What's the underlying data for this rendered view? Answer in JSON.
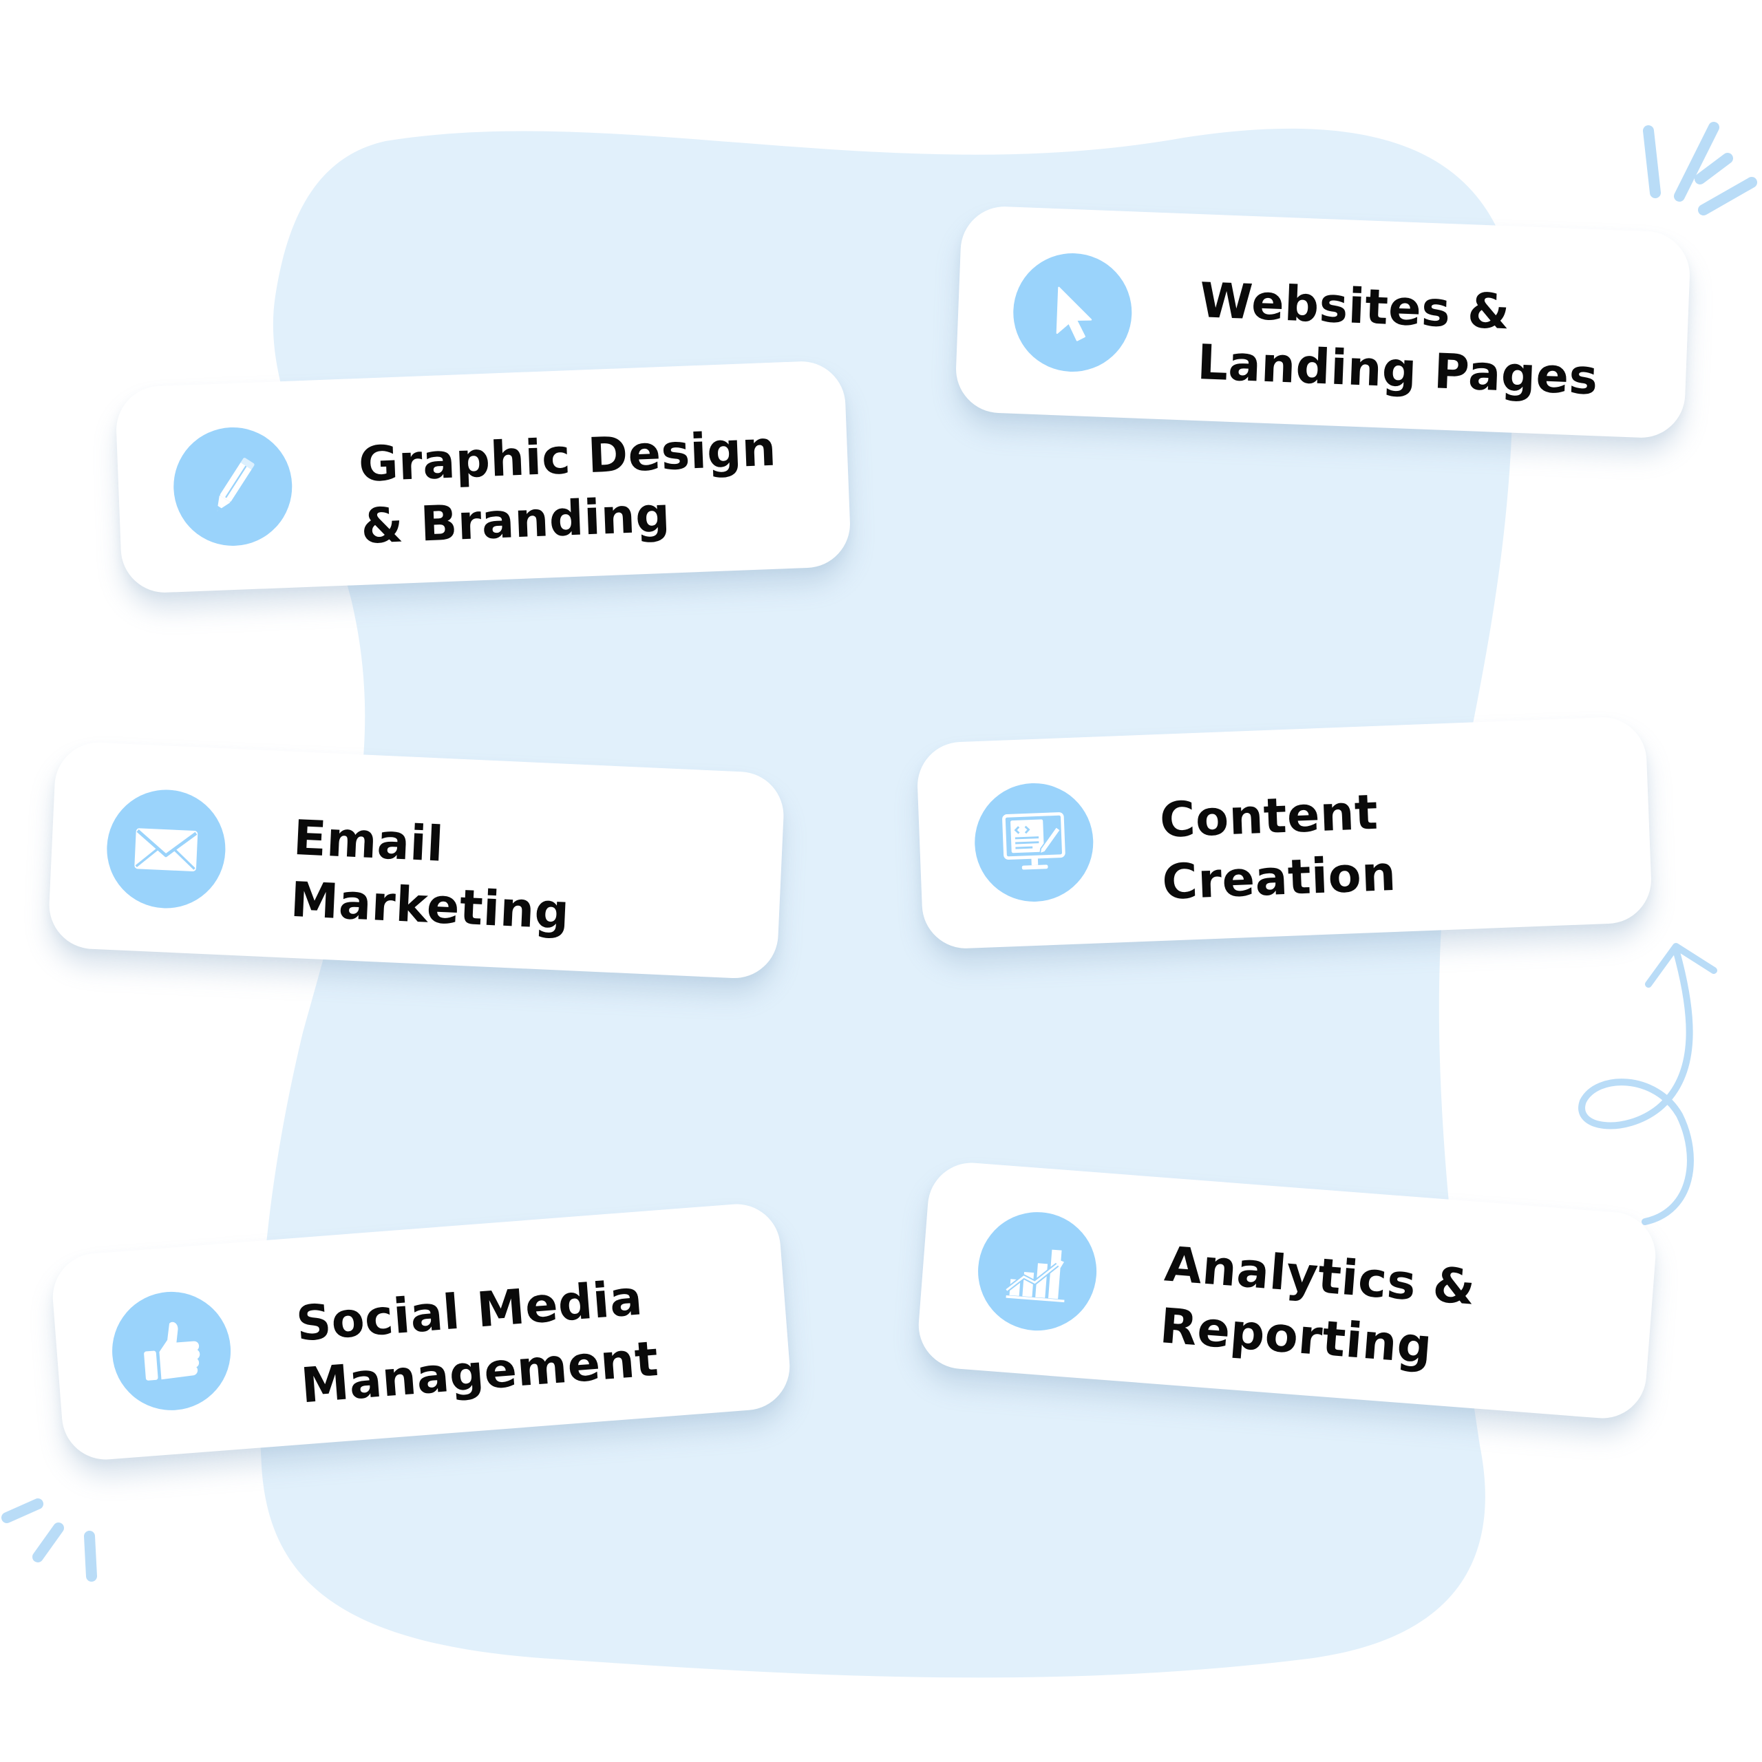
{
  "colors": {
    "accent": "#9ad3fb",
    "blob": "#e1f0fb",
    "doodle": "#b9dcf7",
    "card": "#ffffff",
    "text": "#0a0a0a"
  },
  "services": [
    {
      "line1": "Graphic Design",
      "line2": "& Branding",
      "icon": "pencil-icon"
    },
    {
      "line1": "Websites &",
      "line2": "Landing Pages",
      "icon": "cursor-icon"
    },
    {
      "line1": "Email",
      "line2": "Marketing",
      "icon": "envelope-icon"
    },
    {
      "line1": "Content",
      "line2": "Creation",
      "icon": "monitor-document-icon"
    },
    {
      "line1": "Social Media",
      "line2": "Management",
      "icon": "thumbs-up-icon"
    },
    {
      "line1": "Analytics &",
      "line2": "Reporting",
      "icon": "bar-chart-icon"
    }
  ]
}
